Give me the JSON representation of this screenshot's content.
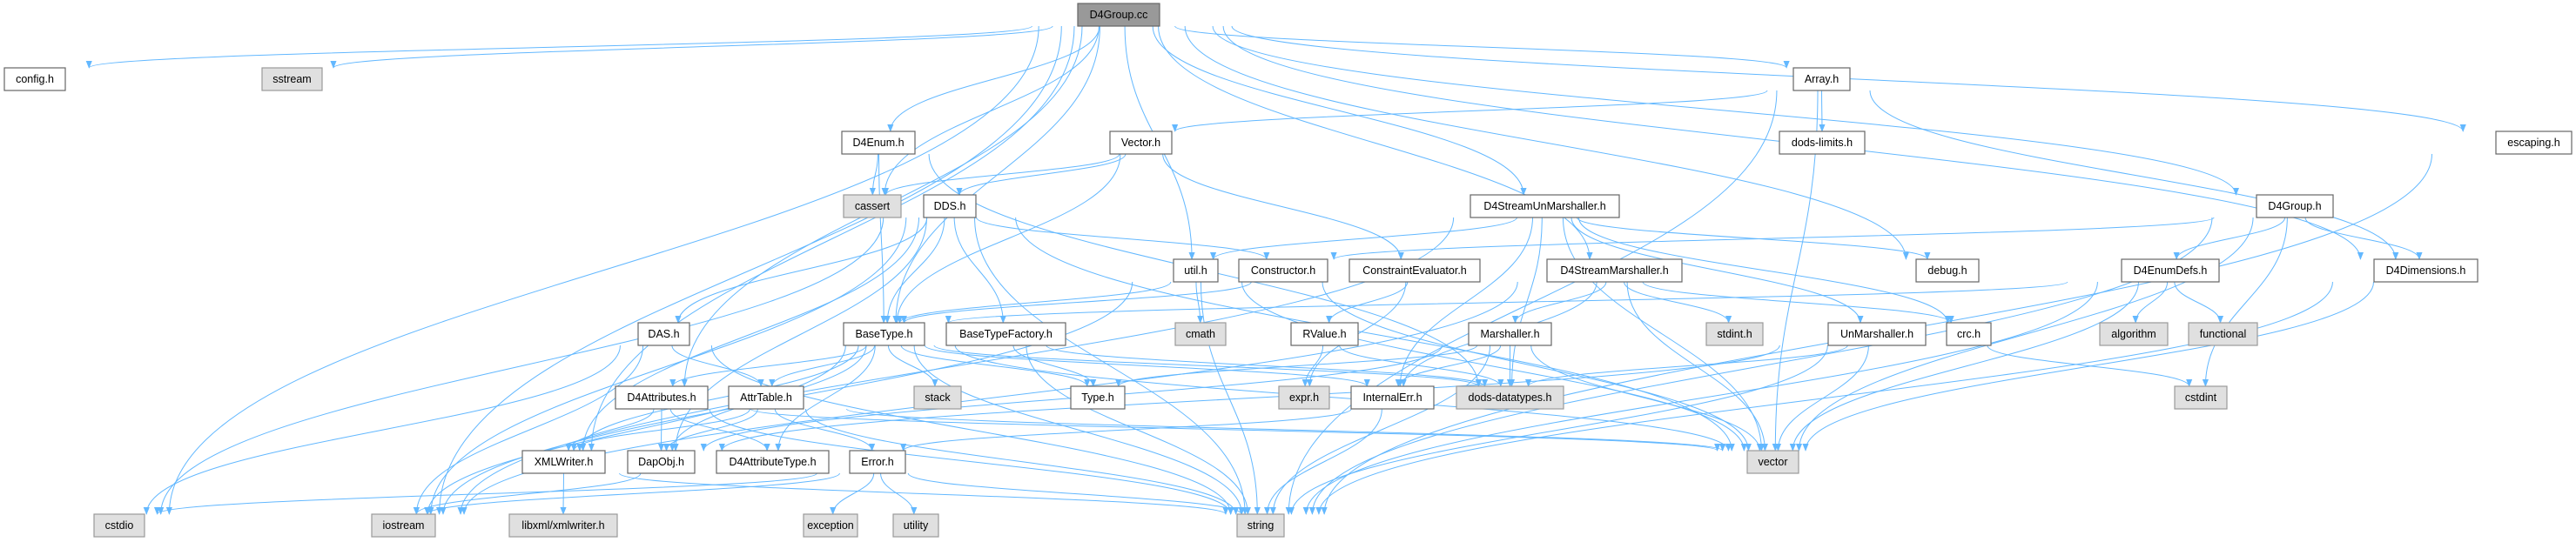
{
  "graph": {
    "title": "D4Group.cc",
    "colors": {
      "edge": "#63b8ff",
      "root_fill": "#999999",
      "system_fill": "#e0e0e0",
      "user_fill": "#ffffff"
    },
    "nodes": [
      {
        "id": "D4Group.cc",
        "label": "D4Group.cc",
        "kind": "root"
      },
      {
        "id": "config.h",
        "label": "config.h",
        "kind": "user"
      },
      {
        "id": "sstream",
        "label": "sstream",
        "kind": "system"
      },
      {
        "id": "Array.h",
        "label": "Array.h",
        "kind": "user"
      },
      {
        "id": "D4Enum.h",
        "label": "D4Enum.h",
        "kind": "user"
      },
      {
        "id": "Vector.h",
        "label": "Vector.h",
        "kind": "user"
      },
      {
        "id": "dods-limits.h",
        "label": "dods-limits.h",
        "kind": "user"
      },
      {
        "id": "escaping.h",
        "label": "escaping.h",
        "kind": "user"
      },
      {
        "id": "cassert",
        "label": "cassert",
        "kind": "system"
      },
      {
        "id": "DDS.h",
        "label": "DDS.h",
        "kind": "user"
      },
      {
        "id": "D4StreamUnMarshaller.h",
        "label": "D4StreamUnMarshaller.h",
        "kind": "user"
      },
      {
        "id": "D4Group.h",
        "label": "D4Group.h",
        "kind": "user"
      },
      {
        "id": "util.h",
        "label": "util.h",
        "kind": "user"
      },
      {
        "id": "Constructor.h",
        "label": "Constructor.h",
        "kind": "user"
      },
      {
        "id": "ConstraintEvaluator.h",
        "label": "ConstraintEvaluator.h",
        "kind": "user"
      },
      {
        "id": "D4StreamMarshaller.h",
        "label": "D4StreamMarshaller.h",
        "kind": "user"
      },
      {
        "id": "debug.h",
        "label": "debug.h",
        "kind": "user"
      },
      {
        "id": "D4EnumDefs.h",
        "label": "D4EnumDefs.h",
        "kind": "user"
      },
      {
        "id": "D4Dimensions.h",
        "label": "D4Dimensions.h",
        "kind": "user"
      },
      {
        "id": "DAS.h",
        "label": "DAS.h",
        "kind": "user"
      },
      {
        "id": "BaseType.h",
        "label": "BaseType.h",
        "kind": "user"
      },
      {
        "id": "BaseTypeFactory.h",
        "label": "BaseTypeFactory.h",
        "kind": "user"
      },
      {
        "id": "cmath",
        "label": "cmath",
        "kind": "system"
      },
      {
        "id": "RValue.h",
        "label": "RValue.h",
        "kind": "user"
      },
      {
        "id": "Marshaller.h",
        "label": "Marshaller.h",
        "kind": "user"
      },
      {
        "id": "stdint.h",
        "label": "stdint.h",
        "kind": "system"
      },
      {
        "id": "UnMarshaller.h",
        "label": "UnMarshaller.h",
        "kind": "user"
      },
      {
        "id": "crc.h",
        "label": "crc.h",
        "kind": "user"
      },
      {
        "id": "algorithm",
        "label": "algorithm",
        "kind": "system"
      },
      {
        "id": "functional",
        "label": "functional",
        "kind": "system"
      },
      {
        "id": "D4Attributes.h",
        "label": "D4Attributes.h",
        "kind": "user"
      },
      {
        "id": "AttrTable.h",
        "label": "AttrTable.h",
        "kind": "user"
      },
      {
        "id": "stack",
        "label": "stack",
        "kind": "system"
      },
      {
        "id": "Type.h",
        "label": "Type.h",
        "kind": "user"
      },
      {
        "id": "expr.h",
        "label": "expr.h",
        "kind": "system"
      },
      {
        "id": "InternalErr.h",
        "label": "InternalErr.h",
        "kind": "user"
      },
      {
        "id": "dods-datatypes.h",
        "label": "dods-datatypes.h",
        "kind": "system"
      },
      {
        "id": "cstdint",
        "label": "cstdint",
        "kind": "system"
      },
      {
        "id": "XMLWriter.h",
        "label": "XMLWriter.h",
        "kind": "user"
      },
      {
        "id": "DapObj.h",
        "label": "DapObj.h",
        "kind": "user"
      },
      {
        "id": "D4AttributeType.h",
        "label": "D4AttributeType.h",
        "kind": "user"
      },
      {
        "id": "Error.h",
        "label": "Error.h",
        "kind": "user"
      },
      {
        "id": "vector",
        "label": "vector",
        "kind": "system"
      },
      {
        "id": "cstdio",
        "label": "cstdio",
        "kind": "system"
      },
      {
        "id": "iostream",
        "label": "iostream",
        "kind": "system"
      },
      {
        "id": "libxml/xmlwriter.h",
        "label": "libxml/xmlwriter.h",
        "kind": "system"
      },
      {
        "id": "exception",
        "label": "exception",
        "kind": "system"
      },
      {
        "id": "utility",
        "label": "utility",
        "kind": "system"
      },
      {
        "id": "string",
        "label": "string",
        "kind": "system"
      }
    ],
    "edges": [
      [
        "D4Group.cc",
        "config.h"
      ],
      [
        "D4Group.cc",
        "sstream"
      ],
      [
        "D4Group.cc",
        "iostream"
      ],
      [
        "D4Group.cc",
        "cstdio"
      ],
      [
        "D4Group.cc",
        "XMLWriter.h"
      ],
      [
        "D4Group.cc",
        "D4Enum.h"
      ],
      [
        "D4Group.cc",
        "cassert"
      ],
      [
        "D4Group.cc",
        "D4Attributes.h"
      ],
      [
        "D4Group.cc",
        "BaseType.h"
      ],
      [
        "D4Group.cc",
        "util.h"
      ],
      [
        "D4Group.cc",
        "D4StreamUnMarshaller.h"
      ],
      [
        "D4Group.cc",
        "D4StreamMarshaller.h"
      ],
      [
        "D4Group.cc",
        "debug.h"
      ],
      [
        "D4Group.cc",
        "Array.h"
      ],
      [
        "D4Group.cc",
        "D4Group.h"
      ],
      [
        "D4Group.cc",
        "D4Dimensions.h"
      ],
      [
        "D4Group.cc",
        "escaping.h"
      ],
      [
        "Array.h",
        "Vector.h"
      ],
      [
        "Array.h",
        "dods-limits.h"
      ],
      [
        "Array.h",
        "vector"
      ],
      [
        "Array.h",
        "string"
      ],
      [
        "Array.h",
        "D4Dimensions.h"
      ],
      [
        "Vector.h",
        "cassert"
      ],
      [
        "Vector.h",
        "DDS.h"
      ],
      [
        "Vector.h",
        "BaseType.h"
      ],
      [
        "Vector.h",
        "ConstraintEvaluator.h"
      ],
      [
        "D4Enum.h",
        "cassert"
      ],
      [
        "D4Enum.h",
        "BaseType.h"
      ],
      [
        "D4Enum.h",
        "dods-datatypes.h"
      ],
      [
        "DDS.h",
        "cstdio"
      ],
      [
        "DDS.h",
        "iostream"
      ],
      [
        "DDS.h",
        "string"
      ],
      [
        "DDS.h",
        "vector"
      ],
      [
        "DDS.h",
        "DAS.h"
      ],
      [
        "DDS.h",
        "BaseType.h"
      ],
      [
        "DDS.h",
        "BaseTypeFactory.h"
      ],
      [
        "DDS.h",
        "Constructor.h"
      ],
      [
        "DDS.h",
        "DapObj.h"
      ],
      [
        "DDS.h",
        "XMLWriter.h"
      ],
      [
        "D4StreamUnMarshaller.h",
        "util.h"
      ],
      [
        "D4StreamUnMarshaller.h",
        "iostream"
      ],
      [
        "D4StreamUnMarshaller.h",
        "InternalErr.h"
      ],
      [
        "D4StreamUnMarshaller.h",
        "UnMarshaller.h"
      ],
      [
        "D4StreamUnMarshaller.h",
        "debug.h"
      ],
      [
        "D4StreamUnMarshaller.h",
        "crc.h"
      ],
      [
        "D4StreamUnMarshaller.h",
        "dods-datatypes.h"
      ],
      [
        "D4StreamUnMarshaller.h",
        "vector"
      ],
      [
        "D4StreamMarshaller.h",
        "Marshaller.h"
      ],
      [
        "D4StreamMarshaller.h",
        "InternalErr.h"
      ],
      [
        "D4StreamMarshaller.h",
        "stdint.h"
      ],
      [
        "D4StreamMarshaller.h",
        "crc.h"
      ],
      [
        "D4StreamMarshaller.h",
        "iostream"
      ],
      [
        "D4StreamMarshaller.h",
        "vector"
      ],
      [
        "D4Group.h",
        "Constructor.h"
      ],
      [
        "D4Group.h",
        "D4EnumDefs.h"
      ],
      [
        "D4Group.h",
        "D4Dimensions.h"
      ],
      [
        "D4Group.h",
        "cstdint"
      ],
      [
        "D4Group.h",
        "vector"
      ],
      [
        "D4Group.h",
        "string"
      ],
      [
        "util.h",
        "BaseType.h"
      ],
      [
        "util.h",
        "cmath"
      ],
      [
        "util.h",
        "string"
      ],
      [
        "util.h",
        "vector"
      ],
      [
        "util.h",
        "iostream"
      ],
      [
        "Constructor.h",
        "BaseType.h"
      ],
      [
        "Constructor.h",
        "vector"
      ],
      [
        "ConstraintEvaluator.h",
        "expr.h"
      ],
      [
        "ConstraintEvaluator.h",
        "RValue.h"
      ],
      [
        "D4EnumDefs.h",
        "BaseType.h"
      ],
      [
        "D4EnumDefs.h",
        "algorithm"
      ],
      [
        "D4EnumDefs.h",
        "functional"
      ],
      [
        "D4EnumDefs.h",
        "vector"
      ],
      [
        "D4EnumDefs.h",
        "string"
      ],
      [
        "D4Dimensions.h",
        "vector"
      ],
      [
        "D4Dimensions.h",
        "string"
      ],
      [
        "DAS.h",
        "cstdio"
      ],
      [
        "DAS.h",
        "iostream"
      ],
      [
        "DAS.h",
        "string"
      ],
      [
        "DAS.h",
        "AttrTable.h"
      ],
      [
        "BaseType.h",
        "D4Attributes.h"
      ],
      [
        "BaseType.h",
        "AttrTable.h"
      ],
      [
        "BaseType.h",
        "stack"
      ],
      [
        "BaseType.h",
        "Type.h"
      ],
      [
        "BaseType.h",
        "InternalErr.h"
      ],
      [
        "BaseType.h",
        "dods-datatypes.h"
      ],
      [
        "BaseType.h",
        "DapObj.h"
      ],
      [
        "BaseType.h",
        "XMLWriter.h"
      ],
      [
        "BaseType.h",
        "iostream"
      ],
      [
        "BaseType.h",
        "string"
      ],
      [
        "BaseType.h",
        "vector"
      ],
      [
        "BaseType.h",
        "D4AttributeType.h"
      ],
      [
        "BaseTypeFactory.h",
        "Type.h"
      ],
      [
        "BaseTypeFactory.h",
        "string"
      ],
      [
        "BaseTypeFactory.h",
        "dods-datatypes.h"
      ],
      [
        "RValue.h",
        "expr.h"
      ],
      [
        "RValue.h",
        "dods-datatypes.h"
      ],
      [
        "Marshaller.h",
        "Type.h"
      ],
      [
        "Marshaller.h",
        "InternalErr.h"
      ],
      [
        "Marshaller.h",
        "dods-datatypes.h"
      ],
      [
        "Marshaller.h",
        "vector"
      ],
      [
        "Marshaller.h",
        "string"
      ],
      [
        "Marshaller.h",
        "DapObj.h"
      ],
      [
        "UnMarshaller.h",
        "DapObj.h"
      ],
      [
        "UnMarshaller.h",
        "vector"
      ],
      [
        "UnMarshaller.h",
        "string"
      ],
      [
        "UnMarshaller.h",
        "dods-datatypes.h"
      ],
      [
        "crc.h",
        "cstdint"
      ],
      [
        "D4Attributes.h",
        "XMLWriter.h"
      ],
      [
        "D4Attributes.h",
        "DapObj.h"
      ],
      [
        "D4Attributes.h",
        "D4AttributeType.h"
      ],
      [
        "D4Attributes.h",
        "string"
      ],
      [
        "D4Attributes.h",
        "vector"
      ],
      [
        "AttrTable.h",
        "XMLWriter.h"
      ],
      [
        "AttrTable.h",
        "DapObj.h"
      ],
      [
        "AttrTable.h",
        "Error.h"
      ],
      [
        "AttrTable.h",
        "string"
      ],
      [
        "AttrTable.h",
        "vector"
      ],
      [
        "InternalErr.h",
        "Error.h"
      ],
      [
        "InternalErr.h",
        "string"
      ],
      [
        "XMLWriter.h",
        "libxml/xmlwriter.h"
      ],
      [
        "XMLWriter.h",
        "string"
      ],
      [
        "DapObj.h",
        "iostream"
      ],
      [
        "Error.h",
        "iostream"
      ],
      [
        "Error.h",
        "cstdio"
      ],
      [
        "Error.h",
        "exception"
      ],
      [
        "Error.h",
        "utility"
      ],
      [
        "Error.h",
        "string"
      ],
      [
        "escaping.h",
        "string"
      ]
    ]
  }
}
